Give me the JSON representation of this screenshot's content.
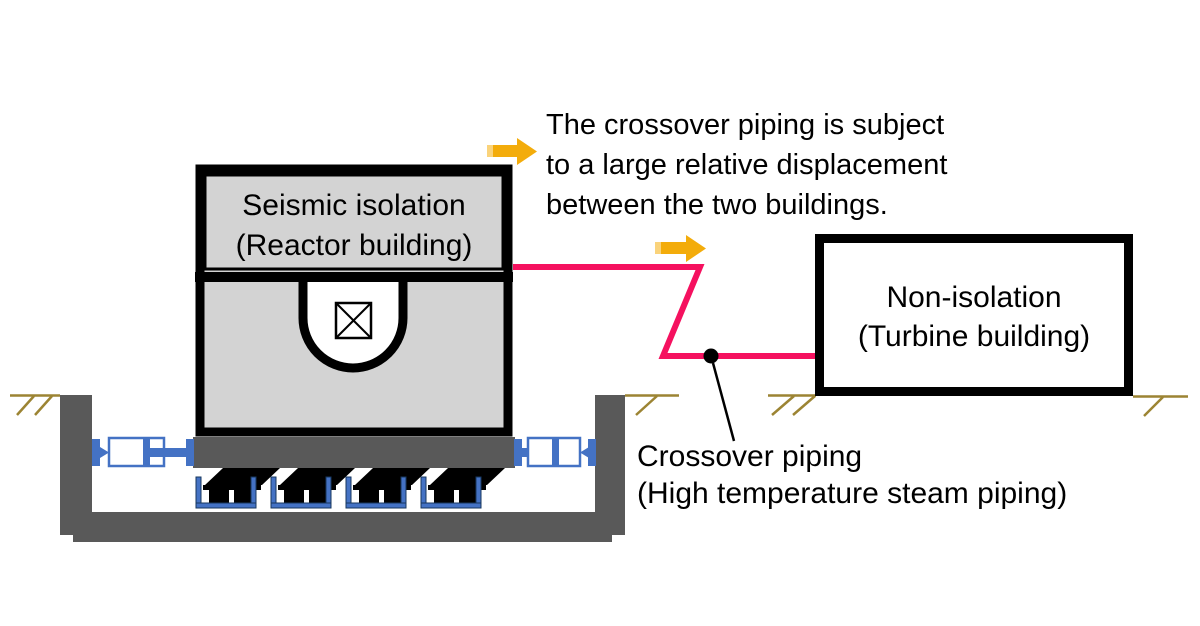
{
  "colors": {
    "pipe_pink": "#F5115F",
    "arrow_yellow": "#F3AC0B",
    "arrow_yellow_light": "#FAD37B",
    "structure_gray": "#595959",
    "building_gray": "#D3D3D3",
    "device_blue": "#4472C4",
    "ground_olive": "#9C8433"
  },
  "reactor_building": {
    "label_line1": "Seismic isolation",
    "label_line2": "(Reactor building)"
  },
  "turbine_building": {
    "label_line1": "Non-isolation",
    "label_line2": "(Turbine building)"
  },
  "annotation": {
    "line1": "The crossover piping is subject",
    "line2": "to a large relative displacement",
    "line3": "between the two buildings."
  },
  "pipe_label": {
    "line1": "Crossover piping",
    "line2": "(High temperature steam piping)"
  },
  "icons": {
    "reactor_vessel": "crossed-box",
    "displacement_arrow": "right-arrow",
    "seismic_isolator": "laminated-rubber-bearing",
    "damper": "piston-damper",
    "ground_mark": "hatched-ground-line"
  }
}
